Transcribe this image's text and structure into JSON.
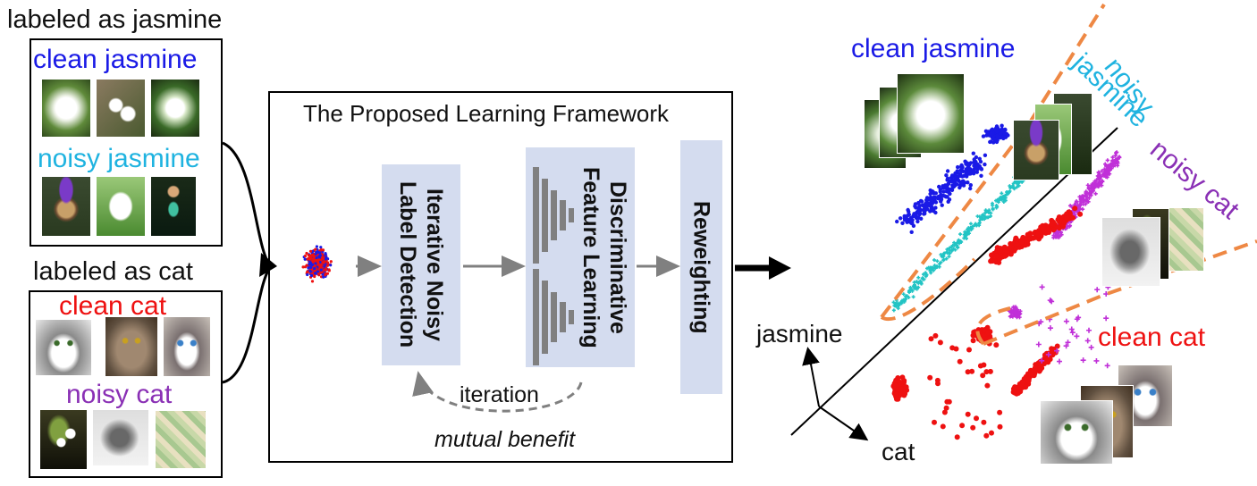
{
  "left": {
    "jasmine_header": "labeled as jasmine",
    "clean_jasmine": "clean jasmine",
    "noisy_jasmine": "noisy jasmine",
    "cat_header": "labeled as cat",
    "clean_cat": "clean cat",
    "noisy_cat": "noisy cat"
  },
  "framework": {
    "title": "The Proposed Learning Framework",
    "block1": "Iterative Noisy\nLabel Detection",
    "block2": "Discriminative\nFeature Learning",
    "block3": "Reweighting",
    "iteration": "iteration",
    "mutual": "mutual benefit"
  },
  "right": {
    "clean_jasmine": "clean jasmine",
    "noisy_jasmine_1": "noisy",
    "noisy_jasmine_2": "jasmine",
    "noisy_cat": "noisy cat",
    "clean_cat": "clean cat",
    "axis_jasmine": "jasmine",
    "axis_cat": "cat"
  },
  "colors": {
    "clean_jasmine": "#1a1ae6",
    "noisy_jasmine": "#1fb3e0",
    "clean_cat": "#ee1111",
    "noisy_cat": "#8a30b5",
    "block": "#d4dcef",
    "dashed_boundary": "#ee8844",
    "scatter_cyan": "#22c4c4",
    "scatter_purple": "#c030d8"
  }
}
